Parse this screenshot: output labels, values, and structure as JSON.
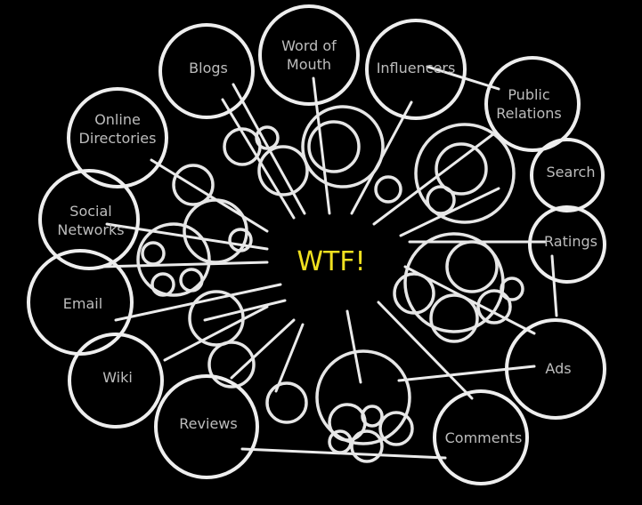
{
  "center": {
    "label": "WTF!",
    "color": "#f0e020"
  },
  "line_color": "#eeeeee",
  "text_color": "#bdbdbd",
  "background": "#000000",
  "nodes": [
    {
      "id": "blogs",
      "label": [
        "Blogs"
      ]
    },
    {
      "id": "word-of-mouth",
      "label": [
        "Word of",
        "Mouth"
      ]
    },
    {
      "id": "influencers",
      "label": [
        "Influencers"
      ]
    },
    {
      "id": "public-relations",
      "label": [
        "Public",
        "Relations"
      ]
    },
    {
      "id": "search",
      "label": [
        "Search"
      ]
    },
    {
      "id": "ratings",
      "label": [
        "Ratings"
      ]
    },
    {
      "id": "ads",
      "label": [
        "Ads"
      ]
    },
    {
      "id": "comments",
      "label": [
        "Comments"
      ]
    },
    {
      "id": "reviews",
      "label": [
        "Reviews"
      ]
    },
    {
      "id": "wiki",
      "label": [
        "Wiki"
      ]
    },
    {
      "id": "email",
      "label": [
        "Email"
      ]
    },
    {
      "id": "social-networks",
      "label": [
        "Social",
        "Networks"
      ]
    },
    {
      "id": "online-directories",
      "label": [
        "Online",
        "Directories"
      ]
    }
  ]
}
